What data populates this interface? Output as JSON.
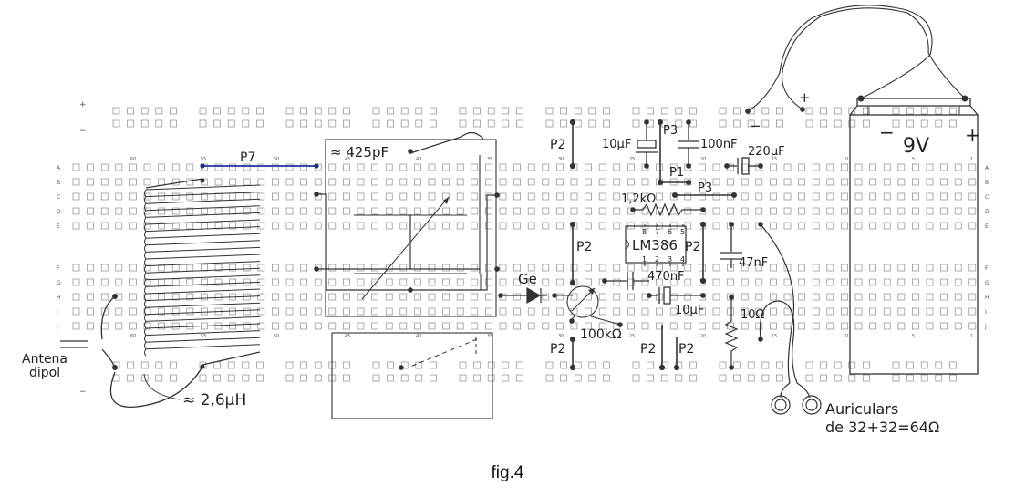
{
  "caption": "fig.4",
  "labels": {
    "coil_inductance": "≈ 2,6µH",
    "cap_value": "≈ 425pF",
    "antenna_line1": "Antena",
    "antenna_line2": "dipol",
    "diode": "Ge",
    "pot": "100kΩ",
    "ic": "LM386",
    "battery": "9V",
    "battery_neg": "−",
    "battery_pos": "+",
    "batt_lead_plus": "+",
    "batt_lead_minus": "−",
    "cap_10uF_top": "10µF",
    "cap_100nF": "100nF",
    "cap_220uF": "220µF",
    "res_1_2k": "1,2kΩ",
    "cap_470nF": "470nF",
    "cap_10uF_bottom": "10µF",
    "cap_47nF": "47nF",
    "res_10": "10Ω",
    "headphones_line1": "Auriculars",
    "headphones_line2": "de 32+32=64Ω",
    "p7": "P7",
    "p3": "P3",
    "p1": "P1",
    "p2": "P2",
    "ic_pins_top": [
      "8",
      "7",
      "6",
      "5"
    ],
    "ic_pins_bottom": [
      "1",
      "2",
      "3",
      "4"
    ]
  },
  "breadboard": {
    "row_letters_top": [
      "A",
      "B",
      "C",
      "D",
      "E"
    ],
    "row_letters_bottom": [
      "F",
      "G",
      "H",
      "I",
      "J"
    ],
    "column_numbers": [
      "60",
      "55",
      "50",
      "45",
      "40",
      "35",
      "30",
      "25",
      "20",
      "15",
      "10",
      "5",
      "1"
    ],
    "rail_plus": "+",
    "rail_minus": "−"
  }
}
